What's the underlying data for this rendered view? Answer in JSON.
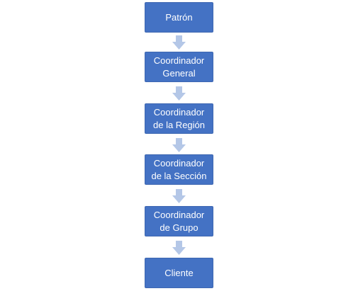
{
  "nodes": [
    {
      "label": "Patrón"
    },
    {
      "label": "Coordinador\nGeneral"
    },
    {
      "label": "Coordinador\nde la Región"
    },
    {
      "label": "Coordinador\nde la Sección"
    },
    {
      "label": "Coordinador\nde Grupo"
    },
    {
      "label": "Cliente"
    }
  ],
  "colors": {
    "node_fill": "#4472c4",
    "node_text": "#ffffff",
    "arrow_fill": "#b4c7e7"
  },
  "icons": {
    "connector": "arrow-down-icon"
  }
}
